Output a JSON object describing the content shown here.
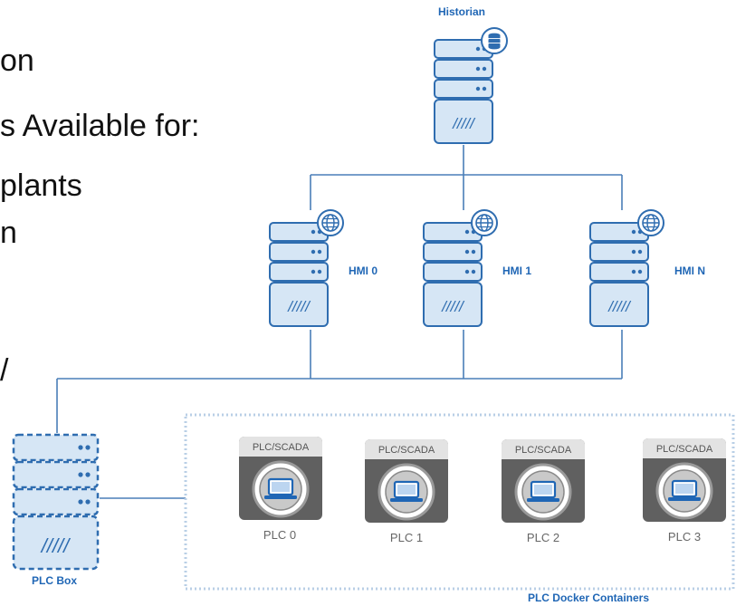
{
  "slide_text": {
    "line1": "on",
    "line2": "s Available for:",
    "line3": "plants",
    "line4": "n",
    "line5": "/"
  },
  "nodes": {
    "historian": {
      "label": "Historian",
      "badge": "database-icon"
    },
    "hmis": [
      {
        "label": "HMI 0",
        "badge": "globe-icon"
      },
      {
        "label": "HMI 1",
        "badge": "globe-icon"
      },
      {
        "label": "HMI N",
        "badge": "globe-icon"
      }
    ],
    "plc_box": {
      "label": "PLC Box"
    },
    "containers_group": {
      "label": "PLC Docker Containers"
    },
    "plcs": [
      {
        "header": "PLC/SCADA",
        "label": "PLC 0",
        "icon": "laptop-icon"
      },
      {
        "header": "PLC/SCADA",
        "label": "PLC 1",
        "icon": "laptop-icon"
      },
      {
        "header": "PLC/SCADA",
        "label": "PLC 2",
        "icon": "laptop-icon"
      },
      {
        "header": "PLC/SCADA",
        "label": "PLC 3",
        "icon": "laptop-icon"
      }
    ]
  },
  "colors": {
    "server_fill": "#d6e6f5",
    "server_stroke": "#2f6db0",
    "accent_text": "#1f66b5",
    "line": "#4a7fb8",
    "dashed_group": "#b9cfe6",
    "card_dark": "#606060",
    "card_light": "#e3e3e3"
  }
}
